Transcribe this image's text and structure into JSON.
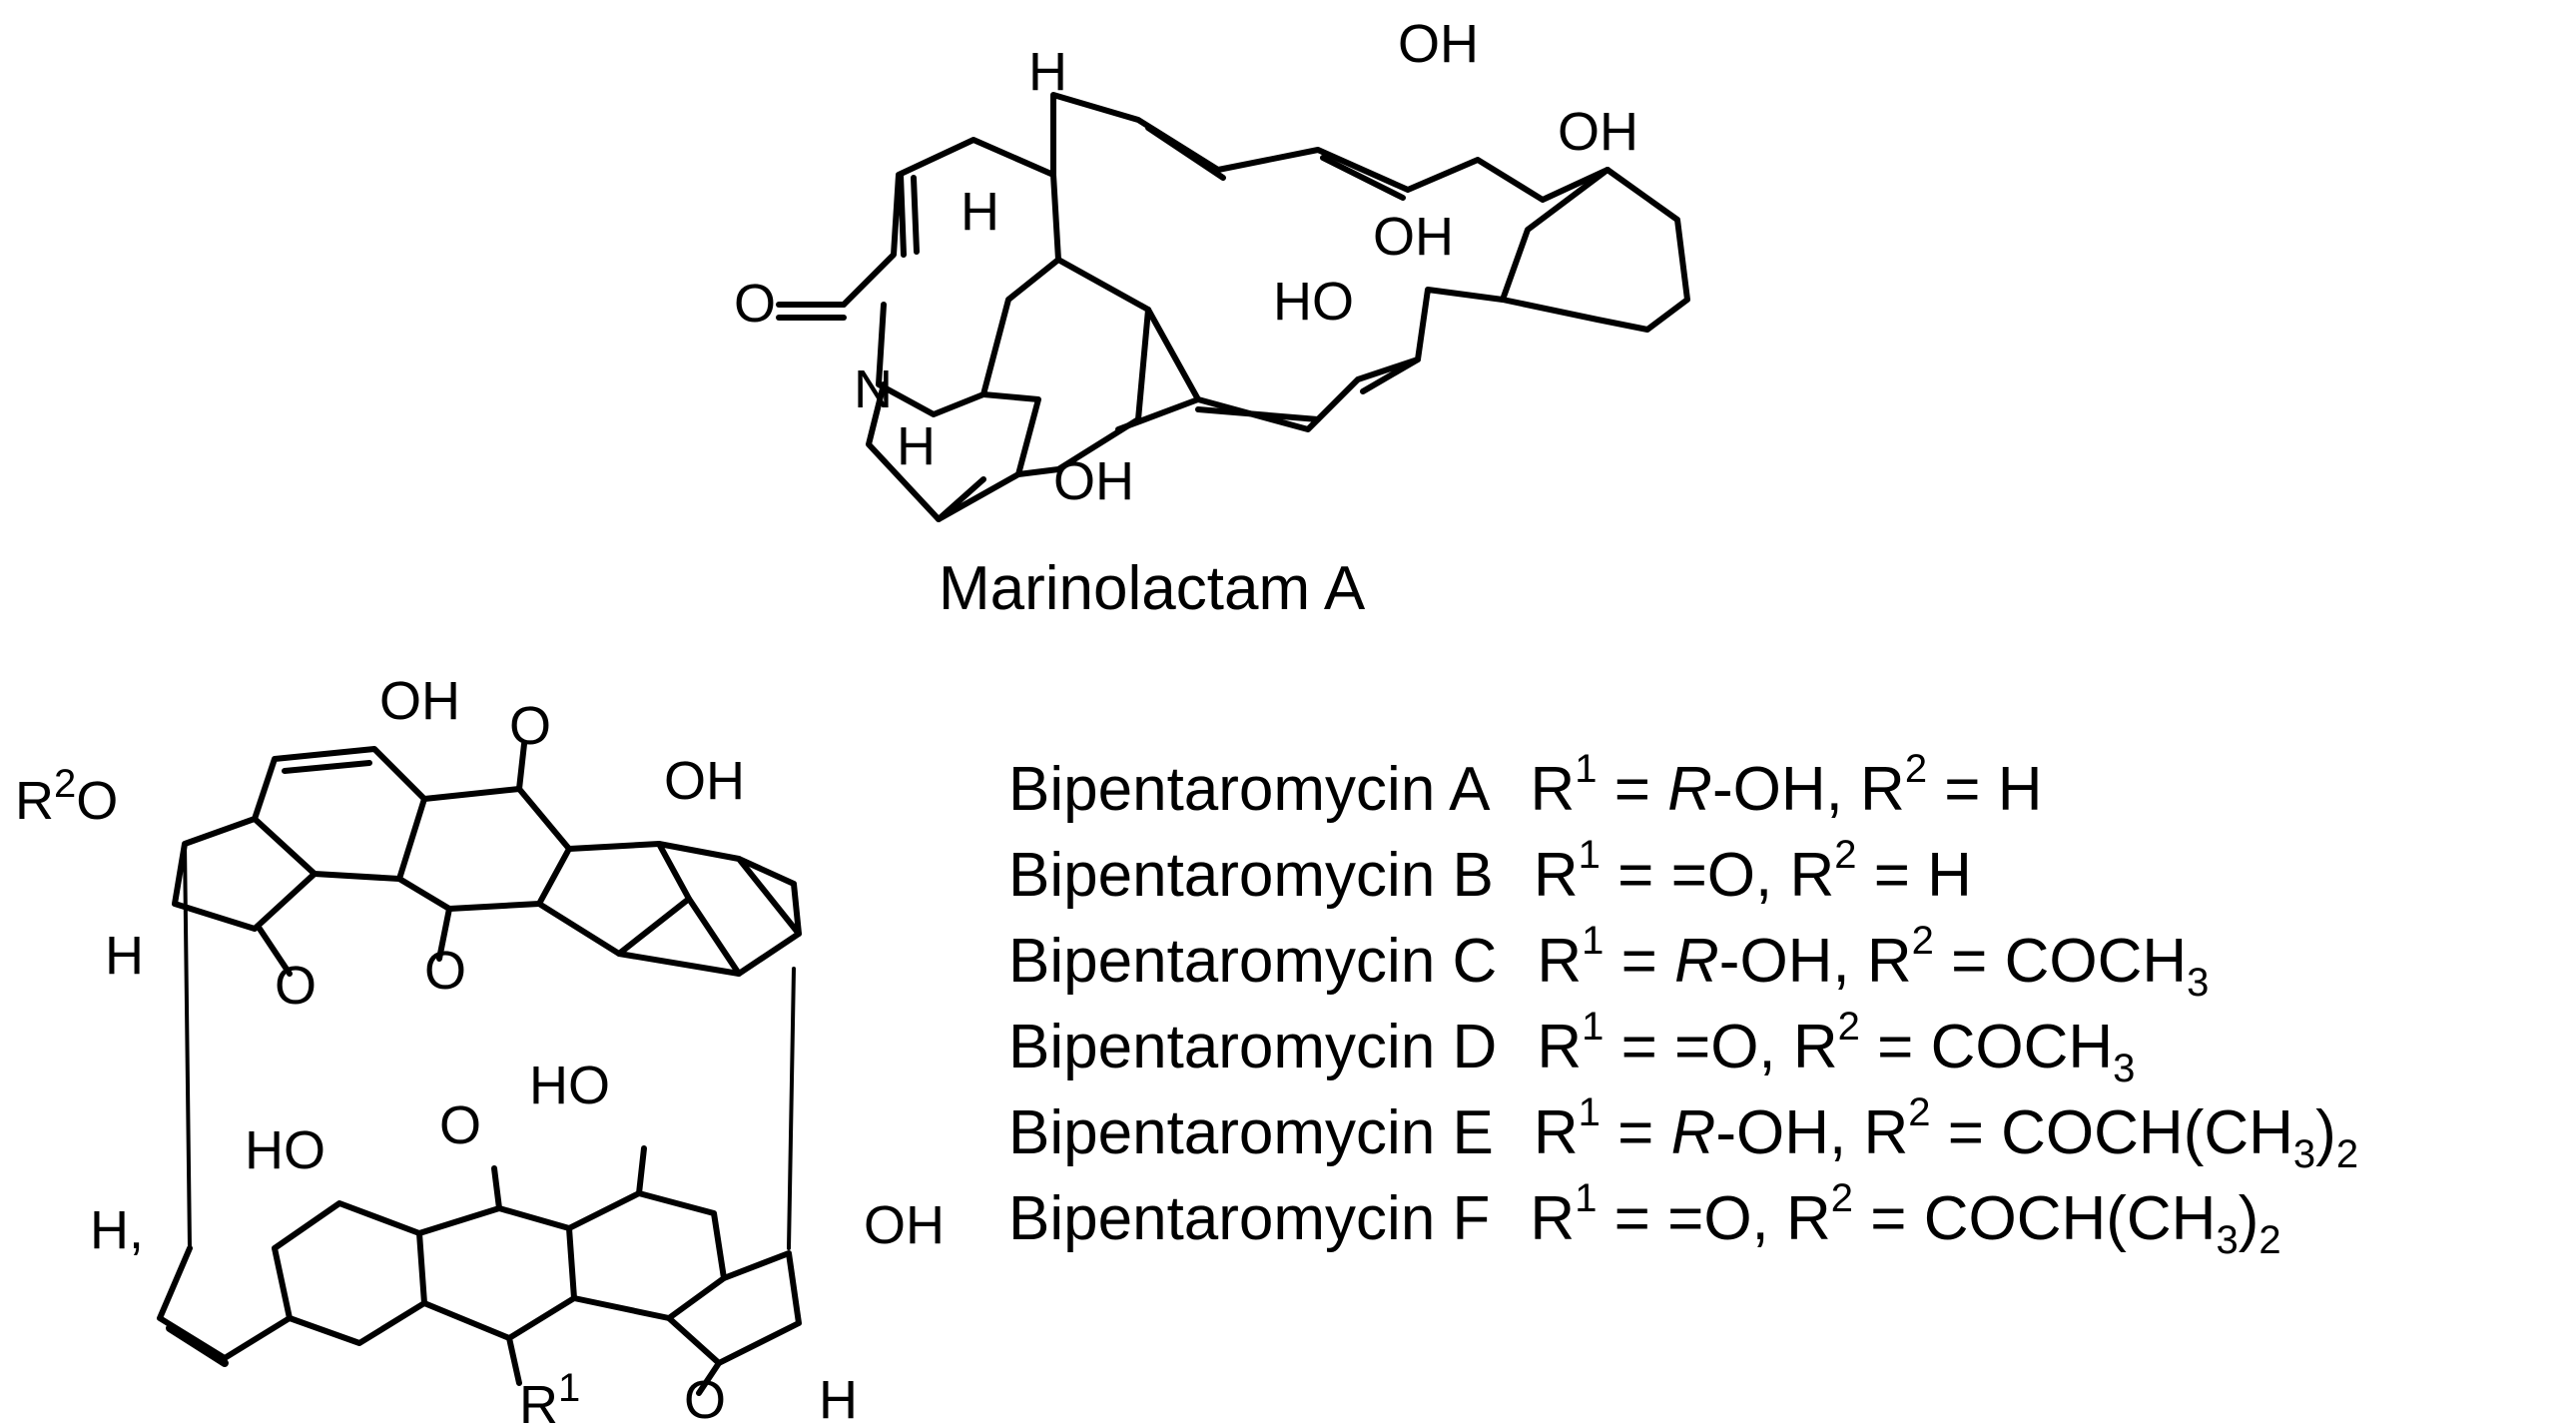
{
  "marinolactam": {
    "caption": "Marinolactam A",
    "atoms": {
      "O_lactam": "O",
      "N": "N",
      "H1": "H",
      "H2": "H",
      "H3": "H",
      "OH_ring": "OH",
      "OH_a": "OH",
      "OH_b": "OH",
      "OH_c": "OH",
      "HO_d": "HO"
    }
  },
  "bipentaromycin_structure": {
    "atoms": {
      "R2O": "R",
      "R2O_sup": "2",
      "R2O_tail": "O",
      "H_top_left": "H",
      "O_top_left": "O",
      "OH_top1": "OH",
      "O_top_mid": "O",
      "O_top_mid2": "O",
      "OH_top2": "OH",
      "HO_bot1": "HO",
      "HO_bot2": "HO",
      "O_bot_mid": "O",
      "H_bot_left": "H,",
      "OH_bot_right": "OH",
      "R1": "R",
      "R1_sup": "1",
      "O_bot_right": "O",
      "H_bot_right": "H"
    }
  },
  "legend": [
    {
      "name": "Bipentaromycin A",
      "r1": "R-OH",
      "r2": "H"
    },
    {
      "name": "Bipentaromycin B",
      "r1": "=O",
      "r2": "H"
    },
    {
      "name": "Bipentaromycin C",
      "r1": "R-OH",
      "r2": "COCH3"
    },
    {
      "name": "Bipentaromycin D",
      "r1": "=O",
      "r2": "COCH3"
    },
    {
      "name": "Bipentaromycin E",
      "r1": "R-OH",
      "r2": "COCH(CH3)2"
    },
    {
      "name": "Bipentaromycin F",
      "r1": "=O",
      "r2": "COCH(CH3)2"
    }
  ]
}
